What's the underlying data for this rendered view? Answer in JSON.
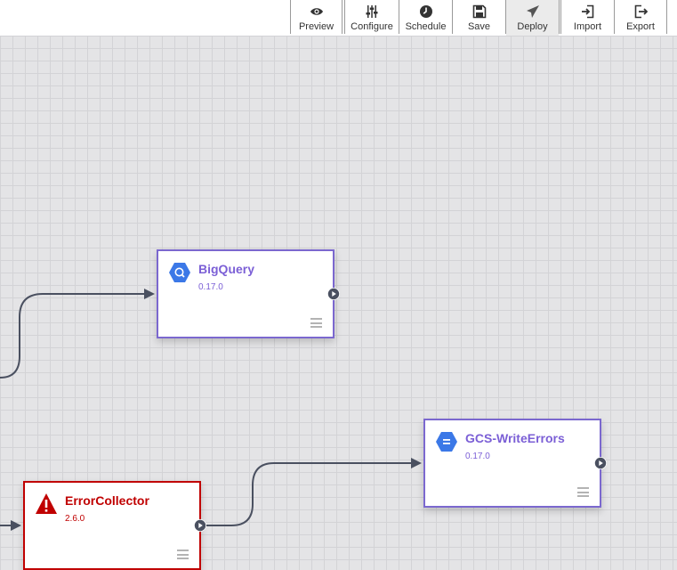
{
  "toolbar": {
    "buttons": [
      {
        "label": "Preview",
        "icon": "eye-icon"
      },
      {
        "label": "Configure",
        "icon": "sliders-icon"
      },
      {
        "label": "Schedule",
        "icon": "clock-icon"
      },
      {
        "label": "Save",
        "icon": "floppy-disk-icon"
      },
      {
        "label": "Deploy",
        "icon": "paper-plane-icon"
      },
      {
        "label": "Import",
        "icon": "import-icon"
      },
      {
        "label": "Export",
        "icon": "export-icon"
      }
    ]
  },
  "nodes": {
    "bigquery": {
      "title": "BigQuery",
      "version": "0.17.0",
      "icon": "bigquery-hexagon-icon",
      "color": "#7b5fd6"
    },
    "gcs_write_errors": {
      "title": "GCS-WriteErrors",
      "version": "0.17.0",
      "icon": "gcs-hexagon-icon",
      "color": "#7b5fd6"
    },
    "error_collector": {
      "title": "ErrorCollector",
      "version": "2.6.0",
      "icon": "warning-triangle-icon",
      "color": "#c00000"
    }
  },
  "colors": {
    "accent": "#7b68cf",
    "error": "#c00000",
    "wire": "#4a5060",
    "hex_icon": "#3b78e7"
  }
}
